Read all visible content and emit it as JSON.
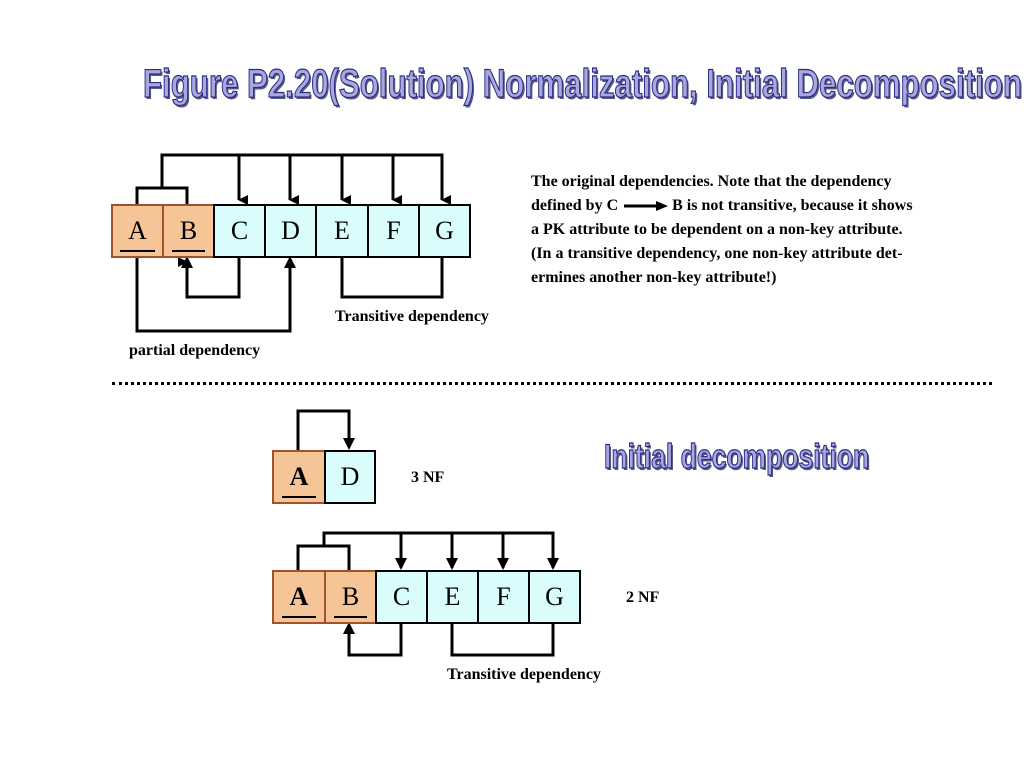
{
  "slide": {
    "title": "Figure P2.20(Solution)   Normalization, Initial Decomposition",
    "subtitle": "Initial decomposition"
  },
  "original": {
    "attributes": [
      "A",
      "B",
      "C",
      "D",
      "E",
      "F",
      "G"
    ],
    "primary_key": [
      "A",
      "B"
    ],
    "partial_label": "partial dependency",
    "transitive_label": "Transitive dependency"
  },
  "note": {
    "line1": "The original dependencies.  Note that the  dependency",
    "line2_prefix": "defined by C",
    "line2_suffix": "B is  not transitive,  because it shows",
    "line3": "a PK attribute to be dependent on a non-key attribute.",
    "line4": "(In a transitive dependency, one non-key attribute det-",
    "line5": "ermines another non-key attribute!)"
  },
  "table_ad": {
    "attributes": [
      "A",
      "D"
    ],
    "primary_key": [
      "A"
    ],
    "nf_label": "3 NF"
  },
  "table_abcefg": {
    "attributes": [
      "A",
      "B",
      "C",
      "E",
      "F",
      "G"
    ],
    "primary_key": [
      "A",
      "B"
    ],
    "nf_label": "2 NF",
    "transitive_label": "Transitive dependency"
  },
  "colors": {
    "pk_fill": "#f5c497",
    "pk_border": "#a0522d",
    "nonkey_fill": "#d9fcfc",
    "title_fill": "#a8a8e0",
    "title_stroke": "#2a2a80"
  }
}
